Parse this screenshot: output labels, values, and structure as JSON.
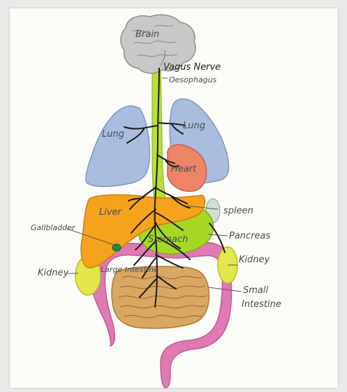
{
  "labels": {
    "brain": "Brain",
    "vagus_nerve": "Vagus Nerve",
    "oesophagus": "Oesophagus",
    "lung_left": "Lung",
    "lung_right": "Lung",
    "heart": "Heart",
    "liver": "Liver",
    "spleen": "spleen",
    "stomach": "Stomach",
    "pancreas": "Pancreas",
    "gallbladder": "Gallbladder",
    "kidney_left": "Kidney",
    "kidney_right": "Kidney",
    "large_intestine": "Large Intestine",
    "small_intestine_line1": "Small",
    "small_intestine_line2": "Intestine"
  },
  "colors": {
    "brain": "#c8c8c6",
    "lungs": "#a9bddf",
    "heart": "#ee8467",
    "liver": "#f6a21c",
    "stomach": "#a5d824",
    "kidney": "#e4e74a",
    "large_intestine": "#e079b2",
    "small_intestine": "#d8a762",
    "spleen": "#cfe0d6",
    "gallbladder": "#1e8a46",
    "oesophagus": "#b7df3c",
    "nerve": "#1a1a1a"
  }
}
